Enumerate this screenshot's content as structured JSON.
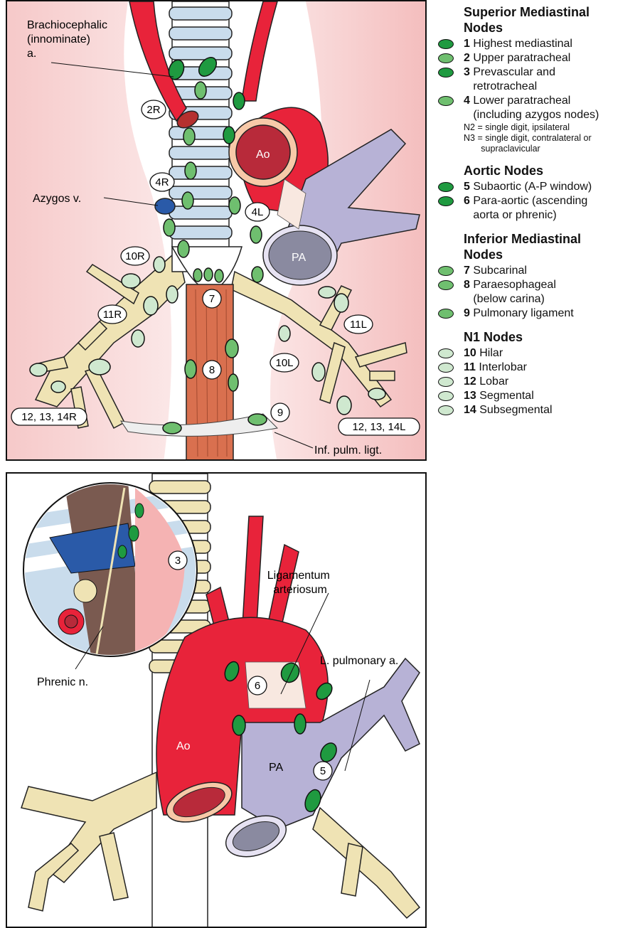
{
  "colors": {
    "node_dark": "#1f9a40",
    "node_medium": "#6fbf6f",
    "node_light": "#cfe8cf",
    "artery": "#e8233a",
    "pulm_artery": "#b7b2d6",
    "azygos": "#2a5aa8",
    "esophagus": "#d9704f",
    "cartilage": "#c9dcec",
    "bronchus": "#efe3b4",
    "pleura": "#f2b8b8"
  },
  "top_panel": {
    "labels": {
      "brachiocephalic": "Brachiocephalic\n(innominate)\na.",
      "azygos": "Azygos v.",
      "inf_pulm_ligt": "Inf. pulm. ligt.",
      "ao": "Ao",
      "pa": "PA"
    },
    "station_tags": {
      "s2R": "2R",
      "s4R": "4R",
      "s4L": "4L",
      "s10R": "10R",
      "s11R": "11R",
      "s7": "7",
      "s8": "8",
      "s9": "9",
      "s10L": "10L",
      "s11L": "11L",
      "s12R": "12, 13, 14R",
      "s12L": "12, 13, 14L"
    }
  },
  "bottom_panel": {
    "labels": {
      "ligamentum": "Ligamentum\narteriosum",
      "l_pulmonary_a": "L. pulmonary a.",
      "phrenic": "Phrenic n.",
      "ao": "Ao",
      "pa": "PA"
    },
    "station_tags": {
      "s3": "3",
      "s6": "6",
      "s5": "5"
    }
  },
  "legend": {
    "groups": [
      {
        "title": "Superior Mediastinal\nNodes",
        "items": [
          {
            "num": "1",
            "text": "Highest mediastinal",
            "shade": "dark"
          },
          {
            "num": "2",
            "text": "Upper paratracheal",
            "shade": "medium"
          },
          {
            "num": "3",
            "text": "Prevascular and\nretrotracheal",
            "shade": "dark"
          },
          {
            "num": "4",
            "text": "Lower paratracheal\n(including azygos nodes)",
            "shade": "medium"
          }
        ],
        "notes": [
          "N2 = single digit, ipsilateral",
          "N3 = single digit, contralateral or\n       supraclavicular"
        ]
      },
      {
        "title": "Aortic Nodes",
        "items": [
          {
            "num": "5",
            "text": "Subaortic (A-P window)",
            "shade": "dark"
          },
          {
            "num": "6",
            "text": "Para-aortic (ascending\naorta or phrenic)",
            "shade": "dark"
          }
        ]
      },
      {
        "title": "Inferior Mediastinal\nNodes",
        "items": [
          {
            "num": "7",
            "text": "Subcarinal",
            "shade": "medium"
          },
          {
            "num": "8",
            "text": "Paraesophageal\n(below carina)",
            "shade": "medium"
          },
          {
            "num": "9",
            "text": "Pulmonary ligament",
            "shade": "medium"
          }
        ]
      },
      {
        "title": "N1 Nodes",
        "items": [
          {
            "num": "10",
            "text": "Hilar",
            "shade": "light"
          },
          {
            "num": "11",
            "text": "Interlobar",
            "shade": "light"
          },
          {
            "num": "12",
            "text": "Lobar",
            "shade": "light"
          },
          {
            "num": "13",
            "text": "Segmental",
            "shade": "light"
          },
          {
            "num": "14",
            "text": "Subsegmental",
            "shade": "light"
          }
        ]
      }
    ]
  }
}
